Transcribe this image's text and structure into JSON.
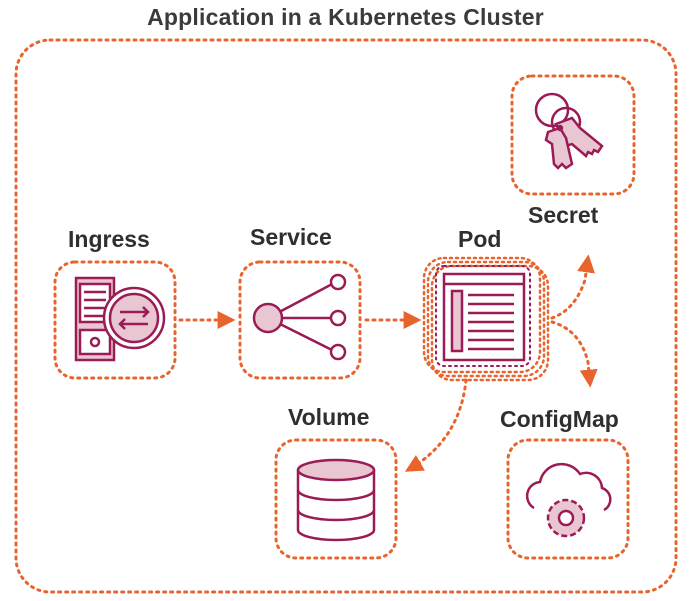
{
  "title": "Application in a Kubernetes Cluster",
  "nodes": {
    "ingress": {
      "label": "Ingress",
      "icon": "server-exchange-icon"
    },
    "service": {
      "label": "Service",
      "icon": "service-fanout-icon"
    },
    "pod": {
      "label": "Pod",
      "icon": "window-list-icon"
    },
    "secret": {
      "label": "Secret",
      "icon": "keys-icon"
    },
    "volume": {
      "label": "Volume",
      "icon": "database-icon"
    },
    "configmap": {
      "label": "ConfigMap",
      "icon": "cloud-gear-icon"
    }
  },
  "colors": {
    "border": "#e8642c",
    "icon": "#9b1b55",
    "icon_fill": "#e8c7d3",
    "text": "#2f2f2f"
  }
}
